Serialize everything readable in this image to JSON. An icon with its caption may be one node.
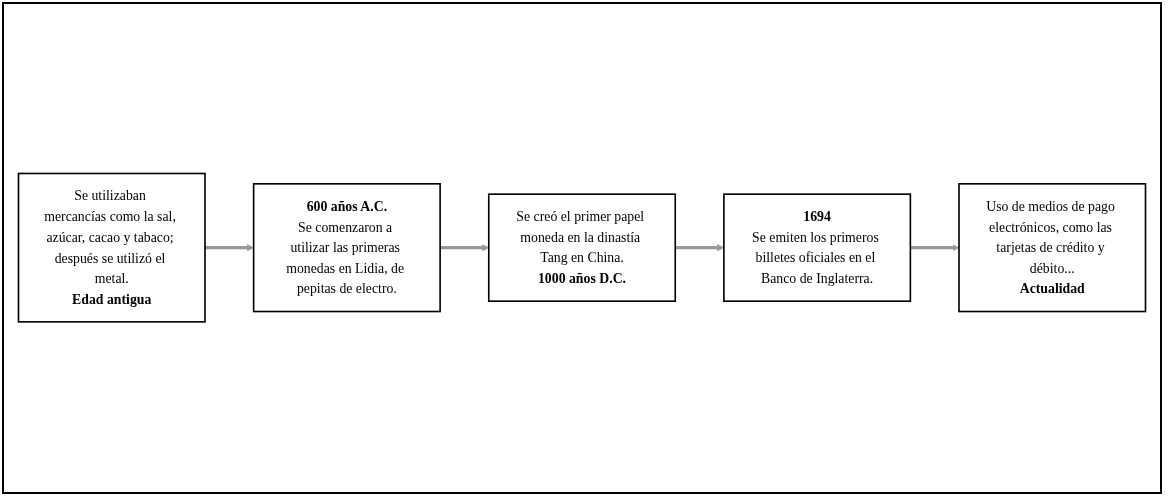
{
  "diagram": {
    "nodes": [
      {
        "text": [
          "Se utilizaban mercancías como la sal, azúcar, cacao y tabaco; después se utilizó el metal.",
          "Edad antigua"
        ]
      },
      {
        "text": [
          "600 años A.C.",
          "Se comenzaron a utilizar las primeras monedas en Lidia, de pepitas de electro."
        ]
      },
      {
        "text": [
          "Se creó el primer papel moneda en la dinastía Tang en China.",
          "1000 años D.C."
        ]
      },
      {
        "text": [
          "1694",
          "Se emiten los primeros billetes oficiales en el Banco de Inglaterra."
        ]
      },
      {
        "text": [
          "Uso de medios de pago electrónicos, como las tarjetas de crédito y débito...",
          "Actualidad"
        ]
      }
    ],
    "edges": [
      {
        "from": 0,
        "to": 1,
        "arrow": "to"
      },
      {
        "from": 1,
        "to": 2,
        "arrow": "to"
      },
      {
        "from": 2,
        "to": 3,
        "arrow": "to"
      },
      {
        "from": 3,
        "to": 4,
        "arrow": "to"
      }
    ]
  }
}
